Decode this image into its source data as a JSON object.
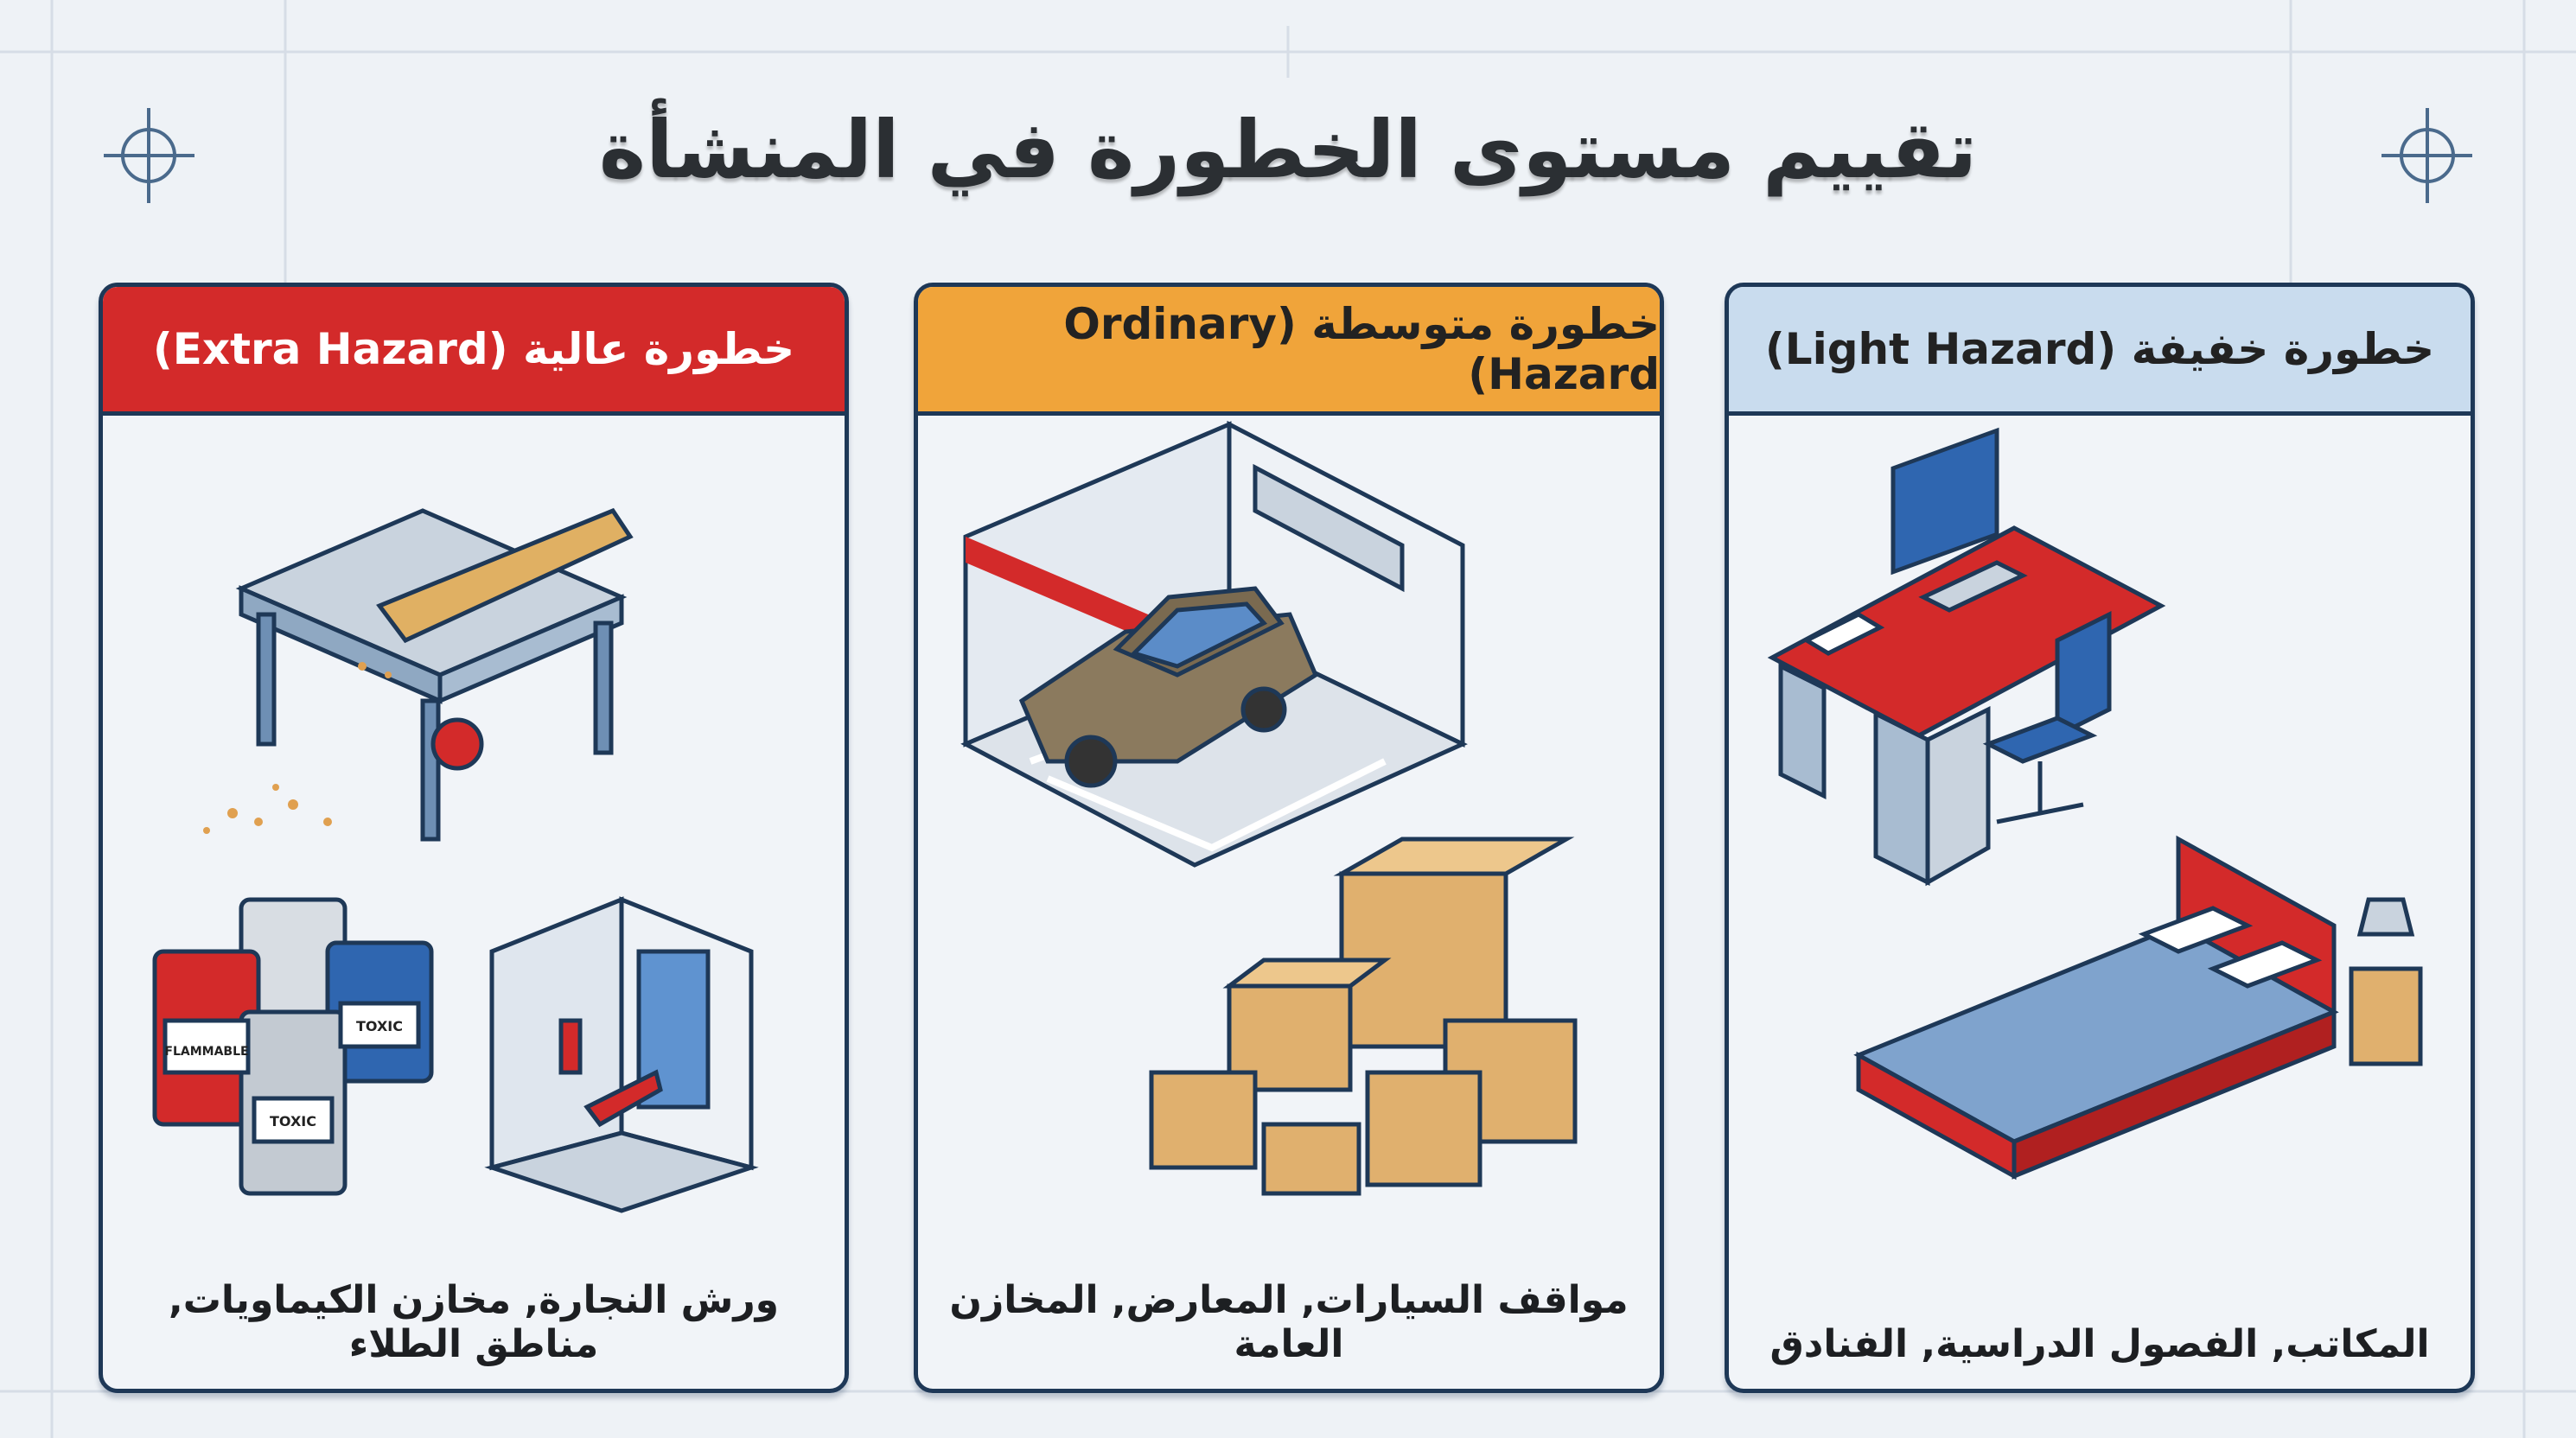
{
  "title": "تقييم مستوى الخطورة في المنشأة",
  "panels": [
    {
      "header": "خطورة عالية (Extra Hazard)",
      "caption": "ورش النجارة, مخازن الكيماويات, مناطق الطلاء",
      "labels": {
        "flammable": "FLAMMABLE",
        "toxic1": "TOXIC",
        "toxic2": "TOXIC"
      }
    },
    {
      "header": "خطورة متوسطة (Ordinary Hazard)",
      "caption": "مواقف السيارات, المعارض, المخازن العامة"
    },
    {
      "header": "خطورة خفيفة (Light Hazard)",
      "caption": "المكاتب, الفصول الدراسية, الفنادق"
    }
  ],
  "colors": {
    "extra": "#d32a2a",
    "ordinary": "#f0a43a",
    "light": "#c9dcee",
    "border": "#1e3857"
  }
}
